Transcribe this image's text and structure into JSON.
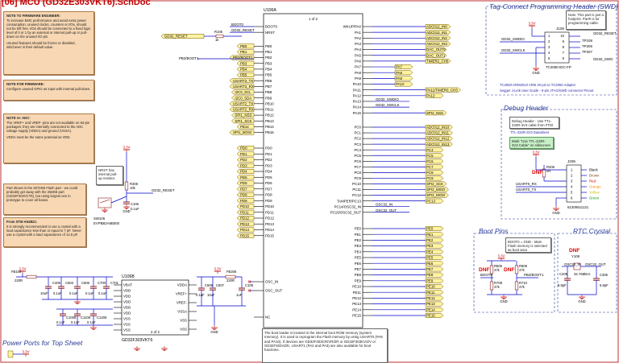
{
  "sheet_title": "[06] MCU (GD32E303VKT6).SchDoc",
  "colors": {
    "wire": "#0000c8",
    "border": "#b00000",
    "net_flag": "#fff3a0",
    "power": "#c00000",
    "component": "#8a1a1a"
  },
  "u106a": {
    "designator": "U106A",
    "part": "GD32F303VKT6",
    "unit": "1 of 2",
    "left_pins": [
      {
        "pin": "BOOT0",
        "net": "BOOT0"
      },
      {
        "pin": "NRST",
        "net": "GD32_RESET"
      },
      {
        "pin": "PB0",
        "net": "PB0"
      },
      {
        "pin": "PB1",
        "net": "PB1"
      },
      {
        "pin": "PB2",
        "net": "PB2/BOOT1"
      },
      {
        "pin": "PB3",
        "net": "PB3"
      },
      {
        "pin": "PB4",
        "net": "PB4"
      },
      {
        "pin": "PB5",
        "net": "PB5"
      },
      {
        "pin": "PB6",
        "net": "USART3_TX"
      },
      {
        "pin": "PB7",
        "net": "USART3_RX"
      },
      {
        "pin": "PB8",
        "net": "I2C0_SCL"
      },
      {
        "pin": "PB9",
        "net": "I2C0_SDA"
      },
      {
        "pin": "PB10",
        "net": "USART2_TX"
      },
      {
        "pin": "PB11",
        "net": "USART2_RX"
      },
      {
        "pin": "PB12",
        "net": "SPI1_NSS"
      },
      {
        "pin": "PB13",
        "net": "SPI1_SCK"
      },
      {
        "pin": "PB14",
        "net": "PB14"
      },
      {
        "pin": "PB15",
        "net": "SPI1_MOSI"
      },
      {
        "pin": "PD0",
        "net": "PD0"
      },
      {
        "pin": "PD1",
        "net": "PD1"
      },
      {
        "pin": "PD2",
        "net": "PD2"
      },
      {
        "pin": "PD3",
        "net": "PD3"
      },
      {
        "pin": "PD4",
        "net": "PD4"
      },
      {
        "pin": "PD5",
        "net": "PD5"
      },
      {
        "pin": "PD6",
        "net": "PD6"
      },
      {
        "pin": "PD7",
        "net": "PD7"
      },
      {
        "pin": "PD8",
        "net": "PD8"
      },
      {
        "pin": "PD9",
        "net": "PD9"
      },
      {
        "pin": "PD10",
        "net": "PD10"
      },
      {
        "pin": "PD11",
        "net": "PD11"
      },
      {
        "pin": "PD12",
        "net": "PD12"
      },
      {
        "pin": "PD13",
        "net": "PD13"
      },
      {
        "pin": "PD14",
        "net": "PD14"
      },
      {
        "pin": "PD15",
        "net": "PD15"
      },
      {
        "pin": "OSC_IN",
        "net": ""
      },
      {
        "pin": "OSC_OUT",
        "net": ""
      },
      {
        "pin": "NC",
        "net": ""
      }
    ],
    "right_pins": [
      {
        "pin": "WKUP/PA0",
        "net": "ADC012_IN0"
      },
      {
        "pin": "PA1",
        "net": "ADC012_IN1"
      },
      {
        "pin": "PA2",
        "net": "ADC012_IN2"
      },
      {
        "pin": "PA3",
        "net": "ADC012_IN3"
      },
      {
        "pin": "PA4",
        "net": "DAC_OUT0"
      },
      {
        "pin": "PA5",
        "net": "DAC_OUT1"
      },
      {
        "pin": "PA6",
        "net": "TIMER2_CH0"
      },
      {
        "pin": "PA7",
        "net": "PA7"
      },
      {
        "pin": "PA8",
        "net": "PA8"
      },
      {
        "pin": "PA9",
        "net": "PA9"
      },
      {
        "pin": "PA10",
        "net": "PA10"
      },
      {
        "pin": "PA11",
        "net": "PA11/TIMER0_CH3"
      },
      {
        "pin": "PA12",
        "net": "PA12"
      },
      {
        "pin": "PA13",
        "net": "GD32_SWDIO"
      },
      {
        "pin": "PA14",
        "net": "GD32_SWCLK"
      },
      {
        "pin": "PA15",
        "net": "SPI2_NSS"
      },
      {
        "pin": "PC0",
        "net": "ADC012_IN10"
      },
      {
        "pin": "PC1",
        "net": "ADC012_IN11"
      },
      {
        "pin": "PC2",
        "net": "ADC012_IN12"
      },
      {
        "pin": "PC3",
        "net": "ADC012_IN13"
      },
      {
        "pin": "PC4",
        "net": "PC4"
      },
      {
        "pin": "PC5",
        "net": "PC5"
      },
      {
        "pin": "PC6",
        "net": "PC6"
      },
      {
        "pin": "PC7",
        "net": "PC7"
      },
      {
        "pin": "PC8",
        "net": "PC8"
      },
      {
        "pin": "PC9",
        "net": "PC9"
      },
      {
        "pin": "PC10",
        "net": "SPI2_SCK"
      },
      {
        "pin": "PC11",
        "net": "SPI2_MISO"
      },
      {
        "pin": "PC12",
        "net": "SPI2_MOSI"
      },
      {
        "pin": "TAMPER/PC13",
        "net": "PC13"
      },
      {
        "pin": "PC14/OSC32_IN",
        "net": "OSC32_IN"
      },
      {
        "pin": "PC15/OSC32_OUT",
        "net": "OSC32_OUT"
      },
      {
        "pin": "PE0",
        "net": "PE0"
      },
      {
        "pin": "PE1",
        "net": "PE1"
      },
      {
        "pin": "PE2",
        "net": "PE2"
      },
      {
        "pin": "PE3",
        "net": "PE3"
      },
      {
        "pin": "PE4",
        "net": "PE4"
      },
      {
        "pin": "PE5",
        "net": "PE5"
      },
      {
        "pin": "PE6",
        "net": "PE6"
      },
      {
        "pin": "PE7",
        "net": "PE7"
      },
      {
        "pin": "PE8",
        "net": "PE8"
      },
      {
        "pin": "PE9",
        "net": "PE9"
      },
      {
        "pin": "PE10",
        "net": "PE10"
      },
      {
        "pin": "PE11",
        "net": "PE11"
      },
      {
        "pin": "PE12",
        "net": "PE12"
      },
      {
        "pin": "PE13",
        "net": "PE13"
      },
      {
        "pin": "PE14",
        "net": "PE14"
      },
      {
        "pin": "PE15",
        "net": "PE15"
      }
    ]
  },
  "u106b": {
    "designator": "U106B",
    "part": "GD32F303VKT6",
    "unit": "2 of 2",
    "left_pins": [
      "VBAT",
      "VDD",
      "VDD",
      "VDD",
      "VDD",
      "VDD",
      "VSS",
      "VSS",
      "VSS"
    ],
    "right_pins": [
      "VDDA",
      "VREF+",
      "VREF-",
      "VSSA",
      "VSS",
      "VSS"
    ]
  },
  "r106": {
    "designator": "R106",
    "value": "1k"
  },
  "reset_circuit": {
    "rail": "3.3V",
    "r": "R308",
    "r_value": "10k",
    "c": "C106",
    "c_value": "0.1uF",
    "sw": "SW106",
    "sw_part": "EVPBB2A9B000",
    "net": "GD32_RESET",
    "gnd": "GND",
    "note": "NRST has internal pull-up resistor."
  },
  "notes": {
    "firmware_engineer": {
      "title": "NOTE TO FIRMWARE ENGINEER:",
      "paras": [
        "To increase EMC performance and avoid extra power consumption, unused clocks, counters or I/Os, should not be left free. I/Os should be connected to a fixed logic level of 0 or 1 by an external or internal pull-up or pull-down on the unused I/O pin.",
        "Unused features should be frozen or disabled, whichever is their default value."
      ]
    },
    "firmware": {
      "title": "NOTE FOR FIRMWARE:",
      "paras": [
        "Configure unused GPIO as input with internal pull-down."
      ]
    },
    "adc": {
      "title": "NOTE re: ADC:",
      "paras": [
        "The VREF+ and VREF- pins are not available on 64-pin packages; they are internally connected to the ADC voltage supply (VDDA) and ground (VSSA).",
        "VDDA must be the same potential as VDD."
      ]
    },
    "flash": {
      "title": "",
      "paras": [
        "Part shown is the 3072KB Flash part - we could probably get away with the 256KB part (GD32F303VCT6), but using largest one in prototype to cover all bases."
      ]
    },
    "an2821": {
      "title": "From STM AN2821:",
      "paras": [
        "It is strongly recommended to use a crystal with a load capacitance less than or equal to 7 pF. Never use a crystal with a load capacitance of 12.5 pF."
      ]
    },
    "bootloader": {
      "paras": [
        "The boot loader is located in the internal boot ROM memory (system memory). It is used to reprogram the Flash memory by using USART0 (PA9 and PA10). If devices are GD32F303CR/VR/ZR or GD32F303KV/ZV or GD32F302VZ/K, USART1 (PA2 and PA3) are also available for boot functions."
      ]
    }
  },
  "power_filter": {
    "fb_left": "FB105",
    "fb_left_val": "220R",
    "fb_right": "FB206",
    "fb_right_val": "220R",
    "rail": "3.3V",
    "caps": [
      {
        "ref": "C405",
        "val": "10uF"
      },
      {
        "ref": "C603",
        "val": "0.1uF"
      },
      {
        "ref": "C606",
        "val": "0.1uF"
      },
      {
        "ref": "C700",
        "val": "0.1uF"
      },
      {
        "ref": "C701",
        "val": "0.1uF"
      },
      {
        "ref": "C1006",
        "val": "0.1uF"
      },
      {
        "ref": "C1106",
        "val": "0.1uF"
      },
      {
        "ref": "C1206",
        "val": "0.1uF"
      },
      {
        "ref": "C606",
        "val": "0.1uF"
      },
      {
        "ref": "C607",
        "val": "10uF"
      },
      {
        "ref": "C108",
        "val": "1uF"
      }
    ],
    "gnd": "GND"
  },
  "power_ports_title": "Power Ports for Top Sheet",
  "swd": {
    "title": "Tag-Connect Programming Header (SWD)",
    "note": "Note: This part is just a footprint. Part# is for programming cable.",
    "ref": "J106",
    "dnf": "DNF",
    "rail": "3.3V",
    "left_nets": [
      "GD32_SWDIO",
      "GD32_SWCLK"
    ],
    "right_nets": [
      "GD32_RESET",
      "TP108",
      "TP206",
      "TP207",
      "GD32_SWO"
    ],
    "pins": [
      "1",
      "2",
      "3",
      "4",
      "5",
      "6",
      "7",
      "8",
      "9",
      "10"
    ],
    "footprint": "TC2050-IDC-FP",
    "foot1": "TC2050-ARM2010 ARM 20-pin to TC2050 Adapter",
    "foot2": "Segger J-Link User Guide - 9-pin JTAG/SWD connector Pinout",
    "gnd": "GND"
  },
  "debug": {
    "title": "Debug Header",
    "note1": "Debug Header - Use TTL-232R-3V3 cable from FTDI",
    "note1_link": "TTL-232R-3V3 Datasheet",
    "note2": "Mark \"Use TTL-232R-3V3 Cable\" on silkscreen of board",
    "ref": "J206",
    "r": "R206",
    "r_val": "0R",
    "dnf": "DNF",
    "rail": "3.3V",
    "pins": [
      "1",
      "2",
      "3",
      "4",
      "5",
      "6"
    ],
    "wires": [
      {
        "label": "Black",
        "color": "#000000"
      },
      {
        "label": "Brown",
        "color": "#8b4513"
      },
      {
        "label": "Red",
        "color": "#e00000"
      },
      {
        "label": "Orange",
        "color": "#ff8c00"
      },
      {
        "label": "Yellow",
        "color": "#c8c800"
      },
      {
        "label": "Green",
        "color": "#00a000"
      }
    ],
    "nets": [
      "USART0_RX",
      "USART0_TX"
    ],
    "part": "61300611121",
    "gnd": "GND"
  },
  "boot_pins": {
    "title": "Boot Pins",
    "note": "BOOT0 = GND - Main Flash memory is selected as boot area",
    "rail": "3.3V",
    "dnf": "DNF",
    "resistors": [
      {
        "ref": "R606",
        "val": "47k"
      },
      {
        "ref": "R708",
        "val": "47k"
      },
      {
        "ref": "R609",
        "val": "47k"
      },
      {
        "ref": "R710",
        "val": "47k"
      }
    ],
    "nets": [
      "BOOT0",
      "PB2/BOOT1"
    ],
    "gnd": "GND"
  },
  "rtc": {
    "title": "RTC Crystal",
    "dnf": "DNF",
    "crystal": "Y108",
    "freq": "32.768kHz",
    "caps": [
      {
        "ref": "C205",
        "val": "6.8pF"
      },
      {
        "ref": "C305",
        "val": "6.8pF"
      }
    ],
    "nets": [
      "OSC32_IN",
      "OSC32_OUT"
    ],
    "gnd": "GND"
  }
}
